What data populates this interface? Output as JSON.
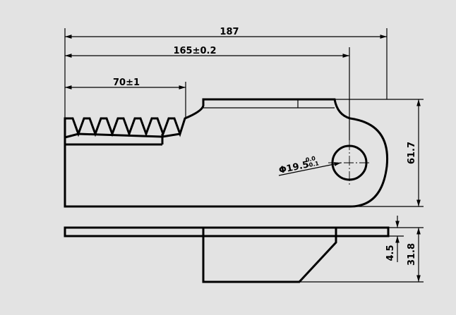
{
  "drawing": {
    "dims": {
      "overall_length": "187",
      "hole_position": "165±0.2",
      "serration_length": "70±1",
      "height": "61.7",
      "thickness": "4.5",
      "flange_depth": "31.8",
      "hole_diameter": "Φ19.5",
      "hole_tol_upper": "0.0",
      "hole_tol_lower": "-0.1"
    }
  }
}
